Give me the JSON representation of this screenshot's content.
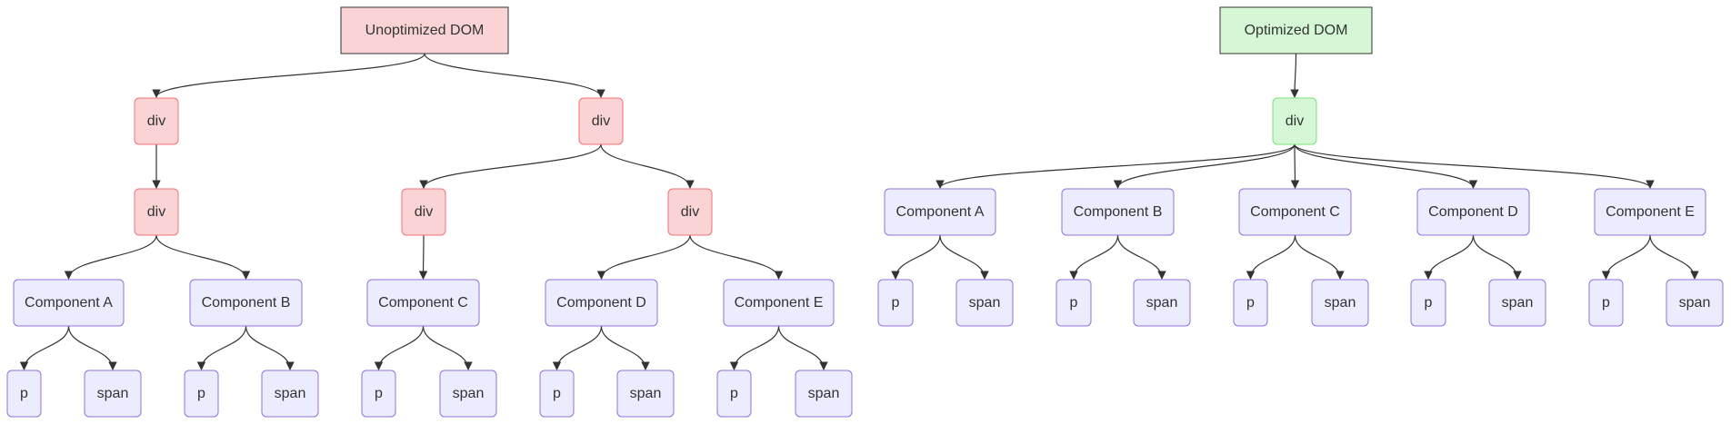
{
  "colors": {
    "default_fill": "#ECECFF",
    "default_stroke": "#9370DB",
    "unopt_fill": "#FAD4D4",
    "unopt_stroke": "#F07178",
    "opt_fill": "#D6F7D6",
    "opt_stroke": "#7BE07B",
    "title_stroke": "#333333",
    "edge": "#333333",
    "text": "#333333"
  },
  "trees": [
    {
      "name": "unoptimized",
      "root": {
        "label": "Unoptimized DOM",
        "style": "unopt-title"
      },
      "nodes": [
        {
          "id": "u_div1",
          "label": "div",
          "style": "unopt"
        },
        {
          "id": "u_div2",
          "label": "div",
          "style": "unopt"
        },
        {
          "id": "u_div3",
          "label": "div",
          "style": "unopt"
        },
        {
          "id": "u_div4",
          "label": "div",
          "style": "unopt"
        },
        {
          "id": "u_div5",
          "label": "div",
          "style": "unopt"
        },
        {
          "id": "u_compA",
          "label": "Component A",
          "style": "default"
        },
        {
          "id": "u_compB",
          "label": "Component B",
          "style": "default"
        },
        {
          "id": "u_compC",
          "label": "Component C",
          "style": "default"
        },
        {
          "id": "u_compD",
          "label": "Component D",
          "style": "default"
        },
        {
          "id": "u_compE",
          "label": "Component E",
          "style": "default"
        },
        {
          "id": "u_pA",
          "label": "p",
          "style": "default"
        },
        {
          "id": "u_spanA",
          "label": "span",
          "style": "default"
        },
        {
          "id": "u_pB",
          "label": "p",
          "style": "default"
        },
        {
          "id": "u_spanB",
          "label": "span",
          "style": "default"
        },
        {
          "id": "u_pC",
          "label": "p",
          "style": "default"
        },
        {
          "id": "u_spanC",
          "label": "span",
          "style": "default"
        },
        {
          "id": "u_pD",
          "label": "p",
          "style": "default"
        },
        {
          "id": "u_spanD",
          "label": "span",
          "style": "default"
        },
        {
          "id": "u_pE",
          "label": "p",
          "style": "default"
        },
        {
          "id": "u_spanE",
          "label": "span",
          "style": "default"
        }
      ],
      "edges": [
        [
          "u_root",
          "u_div1"
        ],
        [
          "u_root",
          "u_div2"
        ],
        [
          "u_div1",
          "u_div3"
        ],
        [
          "u_div2",
          "u_div4"
        ],
        [
          "u_div2",
          "u_div5"
        ],
        [
          "u_div3",
          "u_compA"
        ],
        [
          "u_div3",
          "u_compB"
        ],
        [
          "u_div4",
          "u_compC"
        ],
        [
          "u_div5",
          "u_compD"
        ],
        [
          "u_div5",
          "u_compE"
        ],
        [
          "u_compA",
          "u_pA"
        ],
        [
          "u_compA",
          "u_spanA"
        ],
        [
          "u_compB",
          "u_pB"
        ],
        [
          "u_compB",
          "u_spanB"
        ],
        [
          "u_compC",
          "u_pC"
        ],
        [
          "u_compC",
          "u_spanC"
        ],
        [
          "u_compD",
          "u_pD"
        ],
        [
          "u_compD",
          "u_spanD"
        ],
        [
          "u_compE",
          "u_pE"
        ],
        [
          "u_compE",
          "u_spanE"
        ]
      ]
    },
    {
      "name": "optimized",
      "root": {
        "label": "Optimized DOM",
        "style": "opt-title"
      },
      "nodes": [
        {
          "id": "o_div",
          "label": "div",
          "style": "opt"
        },
        {
          "id": "o_compA",
          "label": "Component A",
          "style": "default"
        },
        {
          "id": "o_compB",
          "label": "Component B",
          "style": "default"
        },
        {
          "id": "o_compC",
          "label": "Component C",
          "style": "default"
        },
        {
          "id": "o_compD",
          "label": "Component D",
          "style": "default"
        },
        {
          "id": "o_compE",
          "label": "Component E",
          "style": "default"
        },
        {
          "id": "o_pA",
          "label": "p",
          "style": "default"
        },
        {
          "id": "o_spanA",
          "label": "span",
          "style": "default"
        },
        {
          "id": "o_pB",
          "label": "p",
          "style": "default"
        },
        {
          "id": "o_spanB",
          "label": "span",
          "style": "default"
        },
        {
          "id": "o_pC",
          "label": "p",
          "style": "default"
        },
        {
          "id": "o_spanC",
          "label": "span",
          "style": "default"
        },
        {
          "id": "o_pD",
          "label": "p",
          "style": "default"
        },
        {
          "id": "o_spanD",
          "label": "span",
          "style": "default"
        },
        {
          "id": "o_pE",
          "label": "p",
          "style": "default"
        },
        {
          "id": "o_spanE",
          "label": "span",
          "style": "default"
        }
      ],
      "edges": [
        [
          "o_root",
          "o_div"
        ],
        [
          "o_div",
          "o_compA"
        ],
        [
          "o_div",
          "o_compB"
        ],
        [
          "o_div",
          "o_compC"
        ],
        [
          "o_div",
          "o_compD"
        ],
        [
          "o_div",
          "o_compE"
        ],
        [
          "o_compA",
          "o_pA"
        ],
        [
          "o_compA",
          "o_spanA"
        ],
        [
          "o_compB",
          "o_pB"
        ],
        [
          "o_compB",
          "o_spanB"
        ],
        [
          "o_compC",
          "o_pC"
        ],
        [
          "o_compC",
          "o_spanC"
        ],
        [
          "o_compD",
          "o_pD"
        ],
        [
          "o_compD",
          "o_spanD"
        ],
        [
          "o_compE",
          "o_pE"
        ],
        [
          "o_compE",
          "o_spanE"
        ]
      ]
    }
  ]
}
